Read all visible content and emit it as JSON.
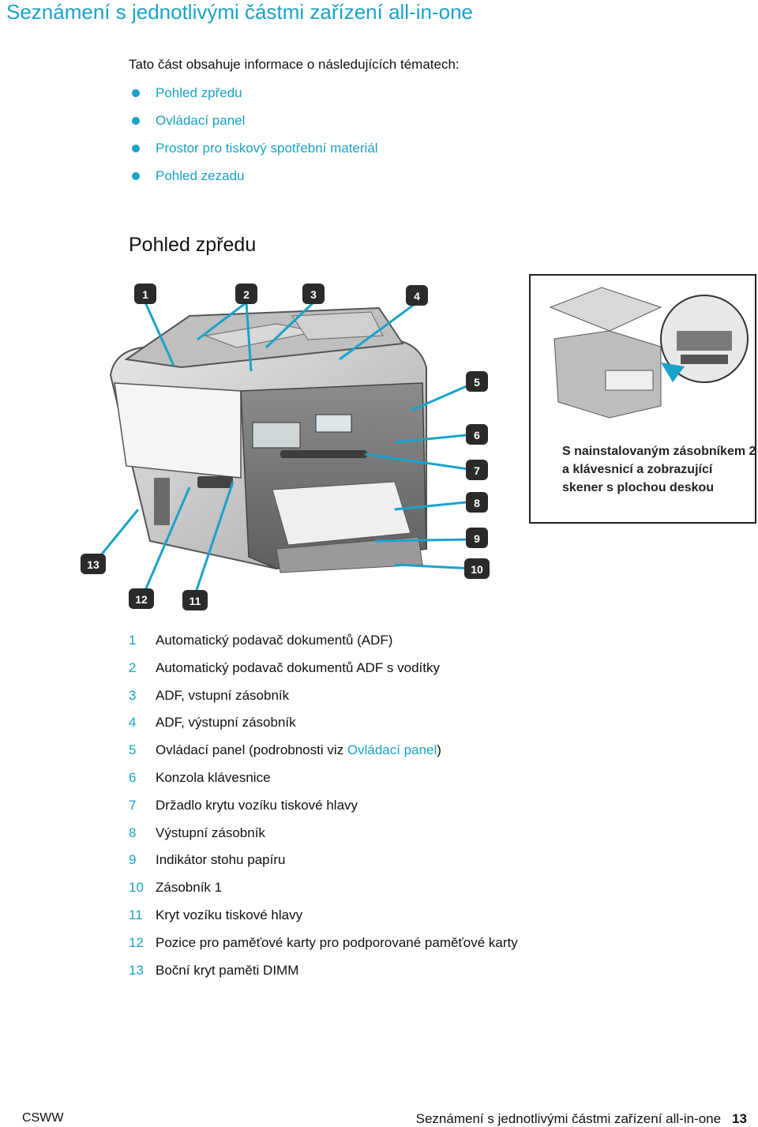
{
  "page": {
    "title": "Seznámení s jednotlivými částmi zařízení all-in-one",
    "intro": "Tato část obsahuje informace o následujících tématech:",
    "toc": [
      "Pohled zpředu",
      "Ovládací panel",
      "Prostor pro tiskový spotřební materiál",
      "Pohled zezadu"
    ],
    "section_title": "Pohled zpředu"
  },
  "figure": {
    "badges": [
      "1",
      "2",
      "3",
      "4",
      "5",
      "6",
      "7",
      "8",
      "9",
      "10",
      "11",
      "12",
      "13"
    ],
    "callout_caption": "S nainstalovaným zásobníkem 2 a klávesnicí a zobrazující skener s plochou deskou"
  },
  "legend": [
    {
      "num": "1",
      "text": "Automatický podavač dokumentů (ADF)"
    },
    {
      "num": "2",
      "text": "Automatický podavač dokumentů ADF s vodítky"
    },
    {
      "num": "3",
      "text": "ADF, vstupní zásobník"
    },
    {
      "num": "4",
      "text": "ADF, výstupní zásobník"
    },
    {
      "num": "5",
      "text": "Ovládací panel (podrobnosti viz ",
      "link": "Ovládací panel",
      "after": ")"
    },
    {
      "num": "6",
      "text": "Konzola klávesnice"
    },
    {
      "num": "7",
      "text": "Držadlo krytu vozíku tiskové hlavy"
    },
    {
      "num": "8",
      "text": "Výstupní zásobník"
    },
    {
      "num": "9",
      "text": "Indikátor stohu papíru"
    },
    {
      "num": "10",
      "text": "Zásobník 1"
    },
    {
      "num": "11",
      "text": "Kryt vozíku tiskové hlavy"
    },
    {
      "num": "12",
      "text": "Pozice pro paměťové karty pro podporované paměťové karty"
    },
    {
      "num": "13",
      "text": "Boční kryt paměti DIMM"
    }
  ],
  "footer": {
    "left": "CSWW",
    "right": "Seznámení s jednotlivými částmi zařízení all-in-one",
    "page": "13"
  },
  "colors": {
    "accent": "#1aa3c9",
    "badge": "#2a2a2a"
  }
}
